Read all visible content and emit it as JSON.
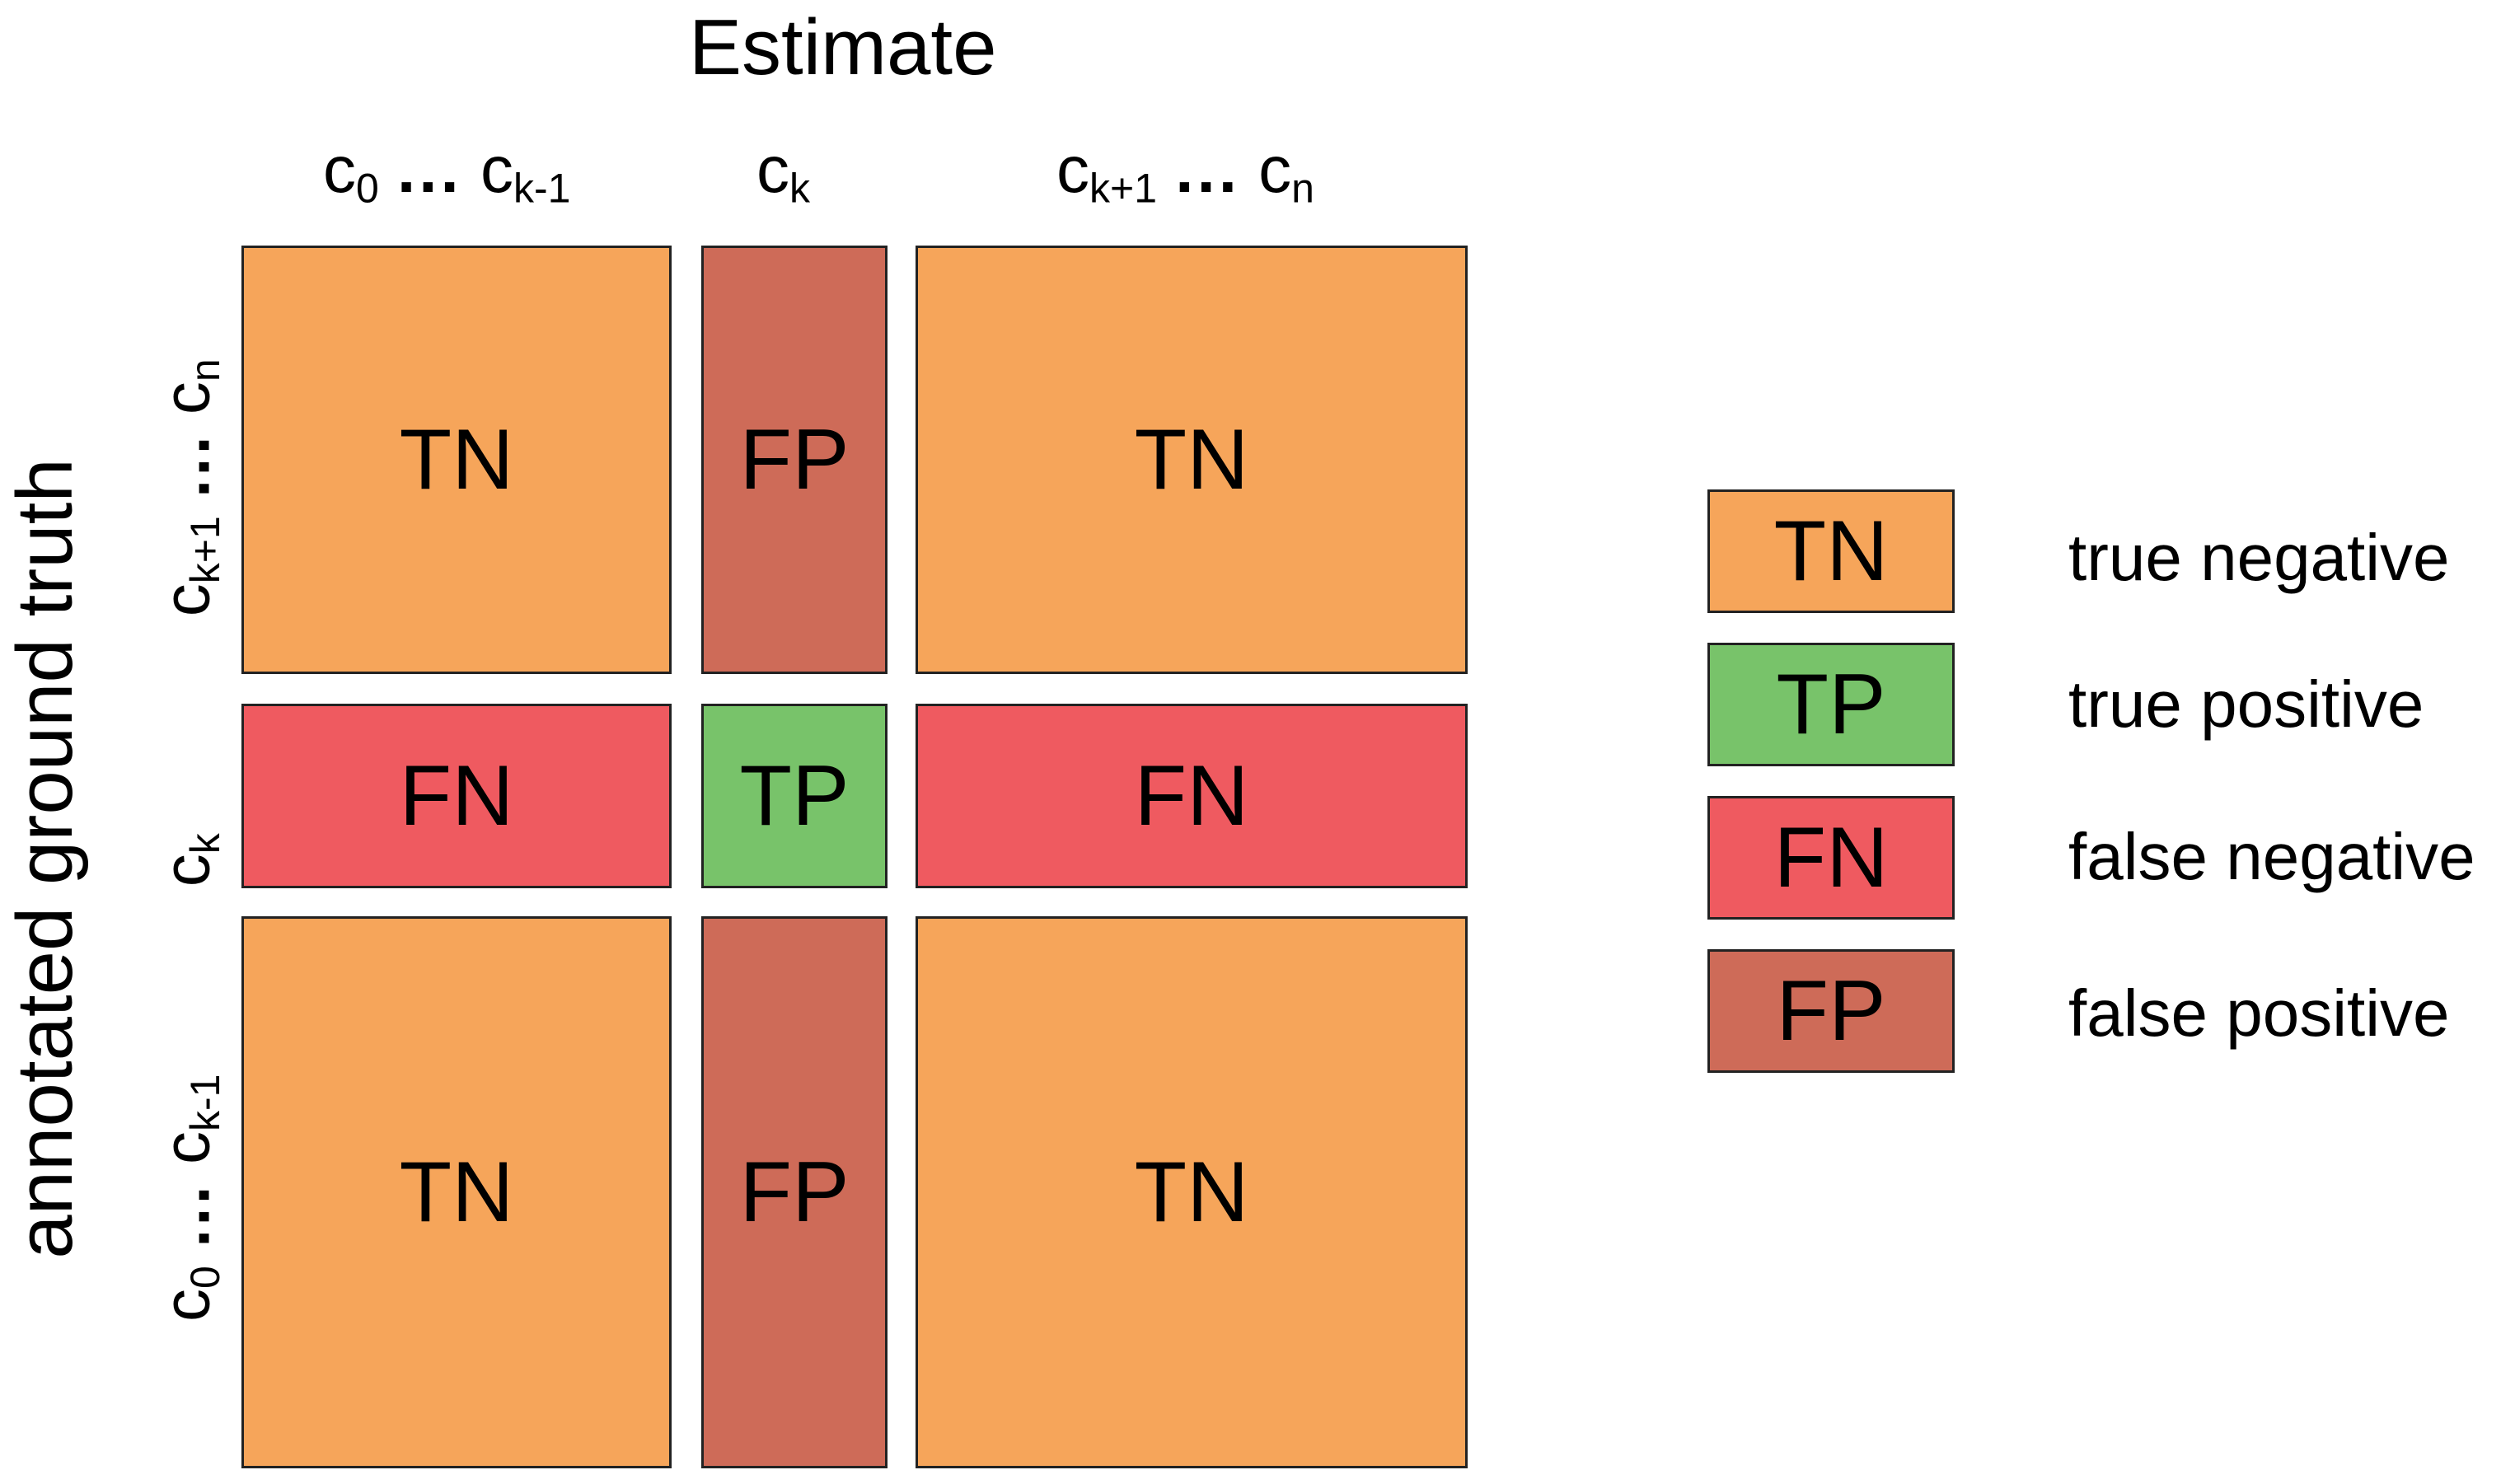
{
  "title": "Estimate",
  "y_axis_label": "annotated ground truth",
  "columns": [
    {
      "sym1": "c",
      "sub1": "0",
      "dots": "...",
      "sym2": "c",
      "sub2": "k-1"
    },
    {
      "sym1": "c",
      "sub1": "k"
    },
    {
      "sym1": "c",
      "sub1": "k+1",
      "dots": "...",
      "sym2": "c",
      "sub2": "n"
    }
  ],
  "rows": [
    {
      "sym1": "c",
      "sub1": "k+1",
      "dots": "...",
      "sym2": "c",
      "sub2": "n"
    },
    {
      "sym1": "c",
      "sub1": "k"
    },
    {
      "sym1": "c",
      "sub1": "0",
      "dots": "...",
      "sym2": "c",
      "sub2": "k-1"
    }
  ],
  "matrix": [
    [
      "TN",
      "FP",
      "TN"
    ],
    [
      "FN",
      "TP",
      "FN"
    ],
    [
      "TN",
      "FP",
      "TN"
    ]
  ],
  "legend": [
    {
      "code": "TN",
      "label": "true negative",
      "color": "#F6A55A"
    },
    {
      "code": "TP",
      "label": "true positive",
      "color": "#78C36A"
    },
    {
      "code": "FN",
      "label": "false negative",
      "color": "#EF5A60"
    },
    {
      "code": "FP",
      "label": "false positive",
      "color": "#CE6B58"
    }
  ],
  "colors": {
    "TN": "#F6A55A",
    "TP": "#78C36A",
    "FN": "#EF5A60",
    "FP": "#CE6B58",
    "border": "#222222"
  }
}
